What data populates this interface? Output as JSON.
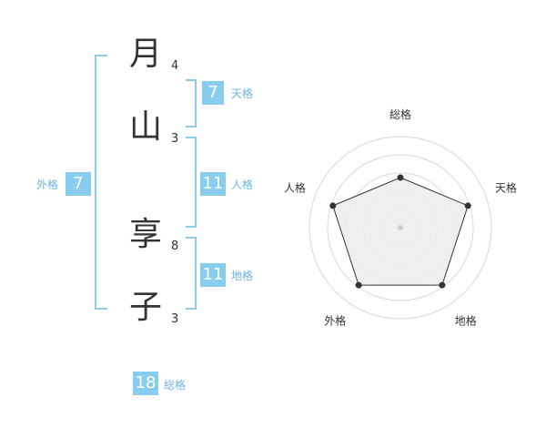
{
  "name": {
    "chars": [
      {
        "char": "月",
        "strokes": "4"
      },
      {
        "char": "山",
        "strokes": "3"
      },
      {
        "char": "享",
        "strokes": "8"
      },
      {
        "char": "子",
        "strokes": "3"
      }
    ]
  },
  "fortune": {
    "tenkaku": {
      "value": "7",
      "label": "天格"
    },
    "jinkaku": {
      "value": "11",
      "label": "人格"
    },
    "chikaku": {
      "value": "11",
      "label": "地格"
    },
    "gaikaku": {
      "value": "7",
      "label": "外格"
    },
    "soukaku": {
      "value": "18",
      "label": "総格"
    }
  },
  "radar": {
    "labels": {
      "top": "総格",
      "right": "天格",
      "bottom_right": "地格",
      "bottom_left": "外格",
      "left": "人格"
    },
    "levels_shown": 5,
    "values": {
      "soukaku": 0.55,
      "tenkaku": 0.78,
      "chikaku": 0.78,
      "gaikaku": 0.78,
      "jinkaku": 0.78
    },
    "colors": {
      "fill": "#ececec",
      "ring": "#d8d8d8",
      "line": "#333333"
    }
  },
  "colors": {
    "accent": "#88ccf0",
    "label": "#6bb6e6"
  }
}
